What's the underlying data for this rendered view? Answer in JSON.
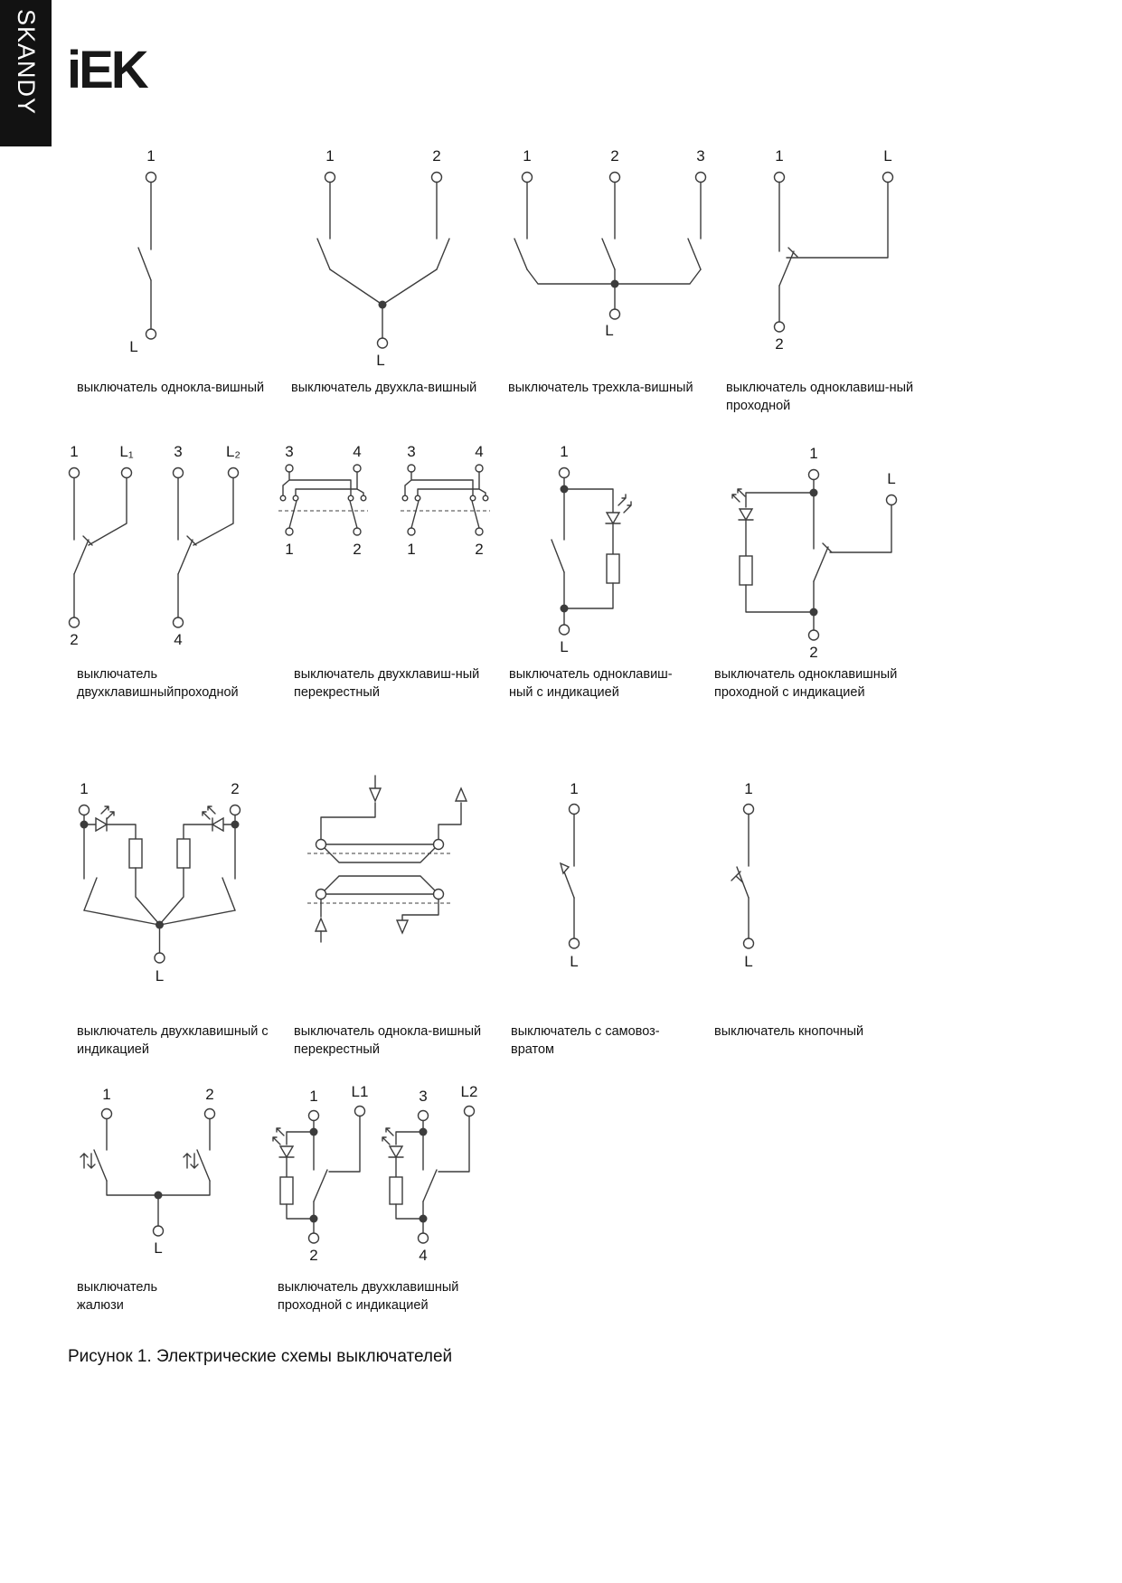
{
  "brand": {
    "vertical_text": "SKANDY",
    "logo_text": "iEK"
  },
  "figure_caption": "Рисунок 1. Электрические схемы выключателей",
  "diagrams": {
    "d1": {
      "caption": [
        "выключатель однокла-вишный"
      ],
      "labels": {
        "t1": "1",
        "tL": "L"
      }
    },
    "d2": {
      "caption": [
        "выключатель двухкла-вишный"
      ],
      "labels": {
        "t1": "1",
        "t2": "2",
        "tL": "L"
      }
    },
    "d3": {
      "caption": [
        "выключатель трехкла-вишный"
      ],
      "labels": {
        "t1": "1",
        "t2": "2",
        "t3": "3",
        "tL": "L"
      }
    },
    "d4": {
      "caption": [
        "выключатель одноклавиш-ный",
        "проходной"
      ],
      "labels": {
        "t1": "1",
        "tL": "L",
        "t2": "2"
      }
    },
    "d5": {
      "caption": [
        "выключатель",
        "двухклавишныйпроходной"
      ],
      "labels": {
        "t1": "1",
        "tL1": "L₁",
        "t3": "3",
        "tL2": "L₂",
        "t2": "2",
        "t4": "4"
      }
    },
    "d6": {
      "caption": [
        "выключатель двухклавиш-ный",
        "перекрестный"
      ],
      "labels": {
        "a_t3": "3",
        "a_t4": "4",
        "a_t1": "1",
        "a_t2": "2",
        "b_t3": "3",
        "b_t4": "4",
        "b_t1": "1",
        "b_t2": "2"
      }
    },
    "d7": {
      "caption": [
        "выключатель одноклавиш-",
        "ный с индикацией"
      ],
      "labels": {
        "t1": "1",
        "tL": "L"
      }
    },
    "d8": {
      "caption": [
        "выключатель одноклавишный",
        "проходной с индикацией"
      ],
      "labels": {
        "t1": "1",
        "tL": "L",
        "t2": "2"
      }
    },
    "d9": {
      "caption": [
        "выключатель двухклавишный с",
        "индикацией"
      ],
      "labels": {
        "t1": "1",
        "t2": "2",
        "tL": "L"
      }
    },
    "d10": {
      "caption": [
        "выключатель однокла-вишный",
        "перекрестный"
      ]
    },
    "d11": {
      "caption": [
        "выключатель с самовоз-",
        "вратом"
      ],
      "labels": {
        "t1": "1",
        "tL": "L"
      }
    },
    "d12": {
      "caption": [
        "выключатель кнопочный"
      ],
      "labels": {
        "t1": "1",
        "tL": "L"
      }
    },
    "d13": {
      "caption": [
        "выключатель",
        "жалюзи"
      ],
      "labels": {
        "t1": "1",
        "t2": "2",
        "tL": "L"
      }
    },
    "d14": {
      "caption": [
        "выключатель двухклавишный",
        "проходной с индикацией"
      ],
      "labels": {
        "t1": "1",
        "tL1": "L1",
        "t3": "3",
        "tL2": "L2",
        "t2": "2",
        "t4": "4"
      }
    }
  }
}
